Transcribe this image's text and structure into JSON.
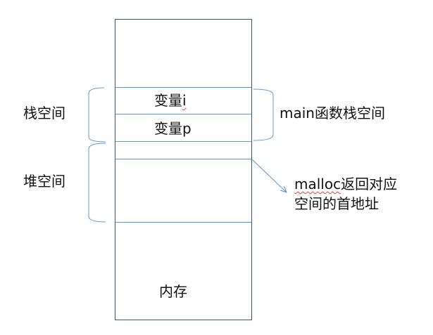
{
  "memory": {
    "var_i_label": "变量",
    "var_i_suffix": "i",
    "var_p_label": "变量",
    "var_p_suffix": "p",
    "bottom_label": "内存"
  },
  "regions": {
    "stack": "栈空间",
    "heap": "堆空间"
  },
  "annotations": {
    "main_stack": "main函数栈空间",
    "malloc_prefix": "malloc",
    "malloc_line1_rest": "返回对应",
    "malloc_line2": "空间的首地址"
  },
  "colors": {
    "box_stroke": "#2f5597",
    "divider_stroke": "#5b9bd5",
    "bracket_stroke": "#5b9bd5",
    "spellcheck_underline": "#e0453a",
    "text": "#111111"
  }
}
